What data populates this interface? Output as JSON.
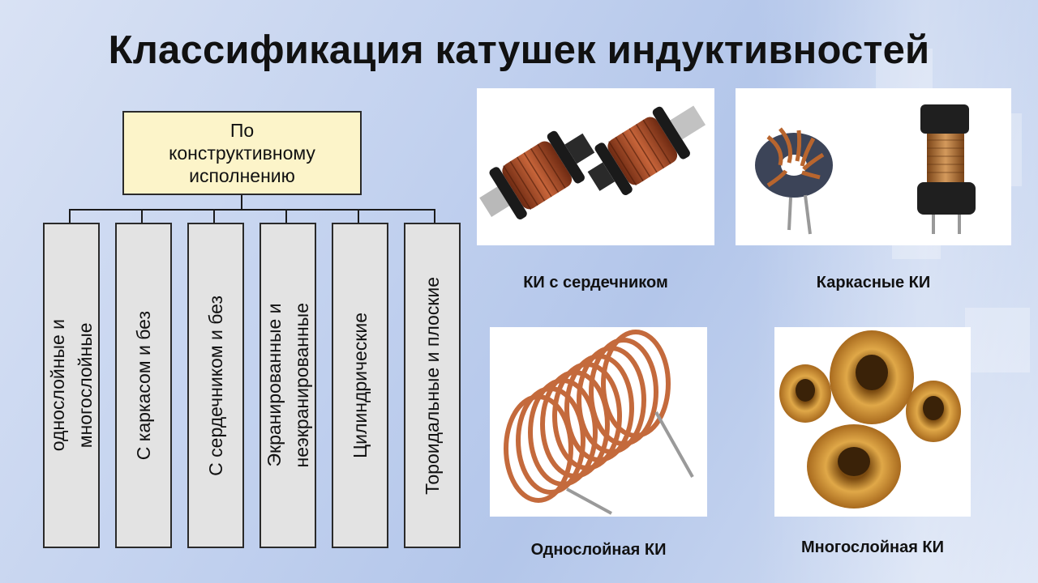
{
  "title": "Классификация катушек индуктивностей",
  "root": {
    "line1": "По",
    "line2": "конструктивному",
    "line3": "исполнению"
  },
  "categories": [
    {
      "line1": "однослойные и",
      "line2": "многослойные"
    },
    {
      "line1": "С каркасом и без"
    },
    {
      "line1": "С сердечником и без"
    },
    {
      "line1": "Экранированные и",
      "line2": "неэкранированные"
    },
    {
      "line1": "Цилиндрические"
    },
    {
      "line1": "Тороидальные и плоские"
    }
  ],
  "photos": [
    {
      "caption": "КИ с сердечником",
      "icon": "core-inductor-image"
    },
    {
      "caption": "Каркасные КИ",
      "icon": "frame-inductor-image"
    },
    {
      "caption": "Однослойная КИ",
      "icon": "single-layer-coil-image"
    },
    {
      "caption": "Многослойная КИ",
      "icon": "multilayer-coil-image"
    }
  ],
  "colors": {
    "root_fill": "#fcf4c9",
    "category_fill": "#e3e3e3",
    "copper": "#b5552a"
  }
}
